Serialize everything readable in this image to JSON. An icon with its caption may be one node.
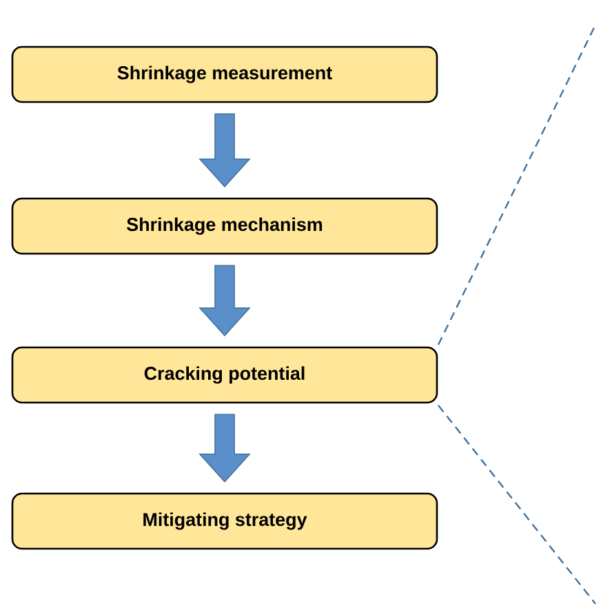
{
  "diagram": {
    "nodes": [
      {
        "text": [
          "Shrinkage measurement"
        ]
      },
      {
        "text": [
          "Shrinkage mechanism"
        ]
      },
      {
        "text": [
          "Cracking potential"
        ]
      },
      {
        "text": [
          "Mitigating strategy"
        ]
      }
    ],
    "edges": [
      {
        "from": 0,
        "to": 1,
        "arrow": "to"
      },
      {
        "from": 1,
        "to": 2,
        "arrow": "to"
      },
      {
        "from": 2,
        "to": 3,
        "arrow": "to"
      }
    ]
  }
}
